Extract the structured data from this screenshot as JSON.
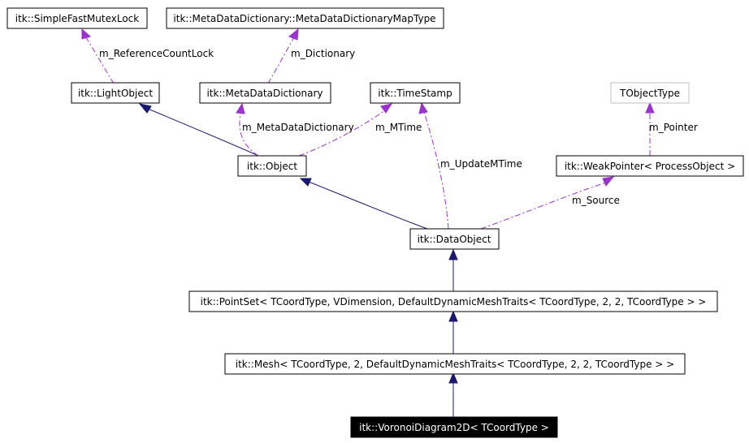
{
  "diagram": {
    "nodes": {
      "simple_fast_mutex_lock": "itk::SimpleFastMutexLock",
      "metadata_map_type": "itk::MetaDataDictionary::MetaDataDictionaryMapType",
      "light_object": "itk::LightObject",
      "metadata_dictionary": "itk::MetaDataDictionary",
      "time_stamp": "itk::TimeStamp",
      "tobject_type": "TObjectType",
      "object": "itk::Object",
      "weak_pointer": "itk::WeakPointer< ProcessObject >",
      "data_object": "itk::DataObject",
      "point_set": "itk::PointSet< TCoordType, VDimension, DefaultDynamicMeshTraits< TCoordType, 2, 2, TCoordType > >",
      "mesh": "itk::Mesh< TCoordType, 2, DefaultDynamicMeshTraits< TCoordType, 2, 2, TCoordType > >",
      "voronoi": "itk::VoronoiDiagram2D< TCoordType >"
    },
    "edge_labels": {
      "reference_count_lock": "m_ReferenceCountLock",
      "dictionary": "m_Dictionary",
      "metadata_dictionary": "m_MetaDataDictionary",
      "mtime": "m_MTime",
      "update_mtime": "m_UpdateMTime",
      "pointer": "m_Pointer",
      "source": "m_Source"
    }
  },
  "colors": {
    "inherit_edge": "#191970",
    "use_edge": "#9a32cd",
    "highlight_node": "#000000"
  }
}
